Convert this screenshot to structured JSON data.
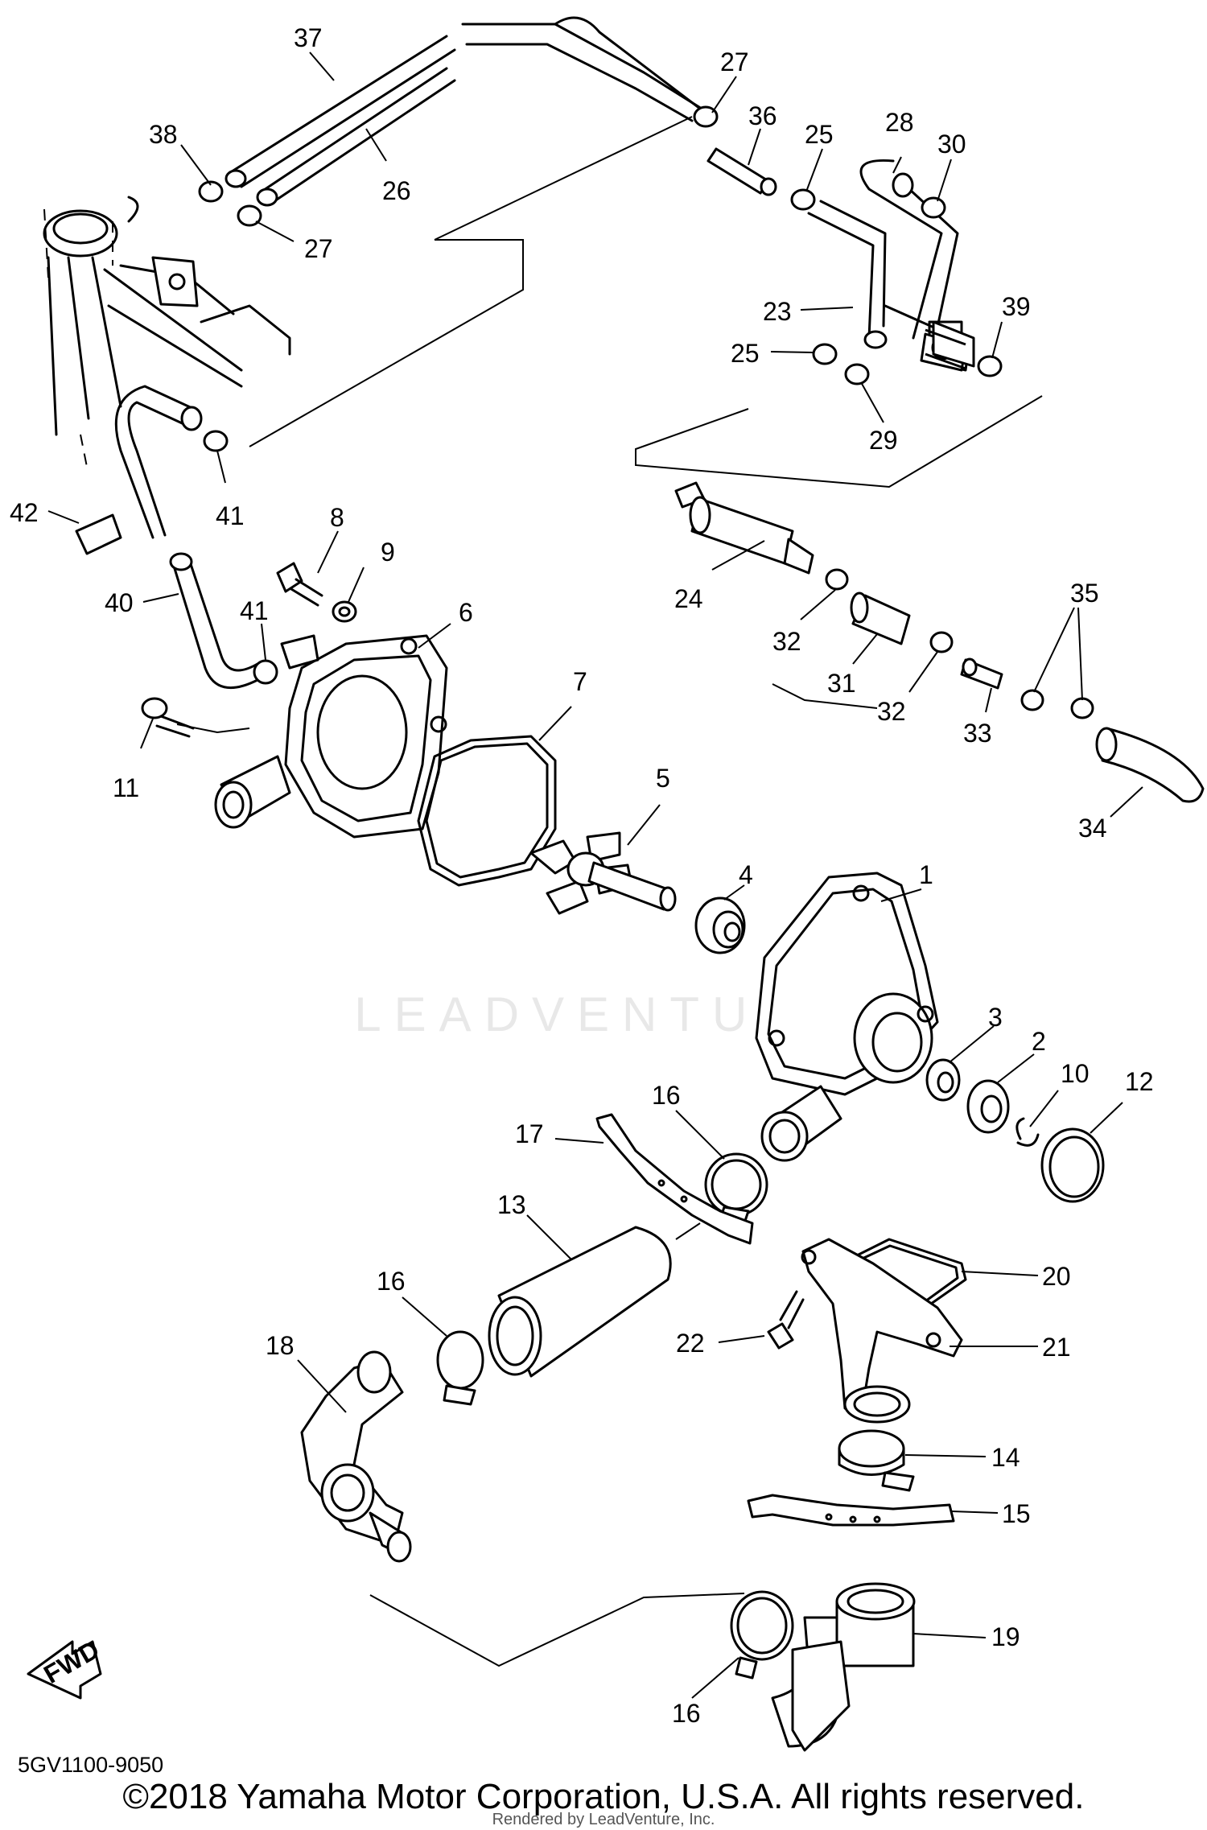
{
  "watermark": "LEADVENTURE",
  "diagram_code": "5GV1100-9050",
  "copyright": "©2018 Yamaha Motor Corporation, U.S.A. All rights reserved.",
  "rendered_by": "Rendered by LeadVenture, Inc.",
  "direction_arrow_label": "FWD",
  "callouts": {
    "c1": "1",
    "c2": "2",
    "c3": "3",
    "c4": "4",
    "c5": "5",
    "c6": "6",
    "c7": "7",
    "c8": "8",
    "c9": "9",
    "c10": "10",
    "c11": "11",
    "c12": "12",
    "c13": "13",
    "c14": "14",
    "c15": "15",
    "c16a": "16",
    "c16b": "16",
    "c16c": "16",
    "c17": "17",
    "c18": "18",
    "c19": "19",
    "c20": "20",
    "c21": "21",
    "c22": "22",
    "c23": "23",
    "c24": "24",
    "c25a": "25",
    "c25b": "25",
    "c26": "26",
    "c27a": "27",
    "c27b": "27",
    "c28": "28",
    "c29": "29",
    "c30": "30",
    "c31": "31",
    "c32a": "32",
    "c32b": "32",
    "c33": "33",
    "c34": "34",
    "c35": "35",
    "c36": "36",
    "c37": "37",
    "c38": "38",
    "c39": "39",
    "c40": "40",
    "c41a": "41",
    "c41b": "41",
    "c42": "42"
  }
}
